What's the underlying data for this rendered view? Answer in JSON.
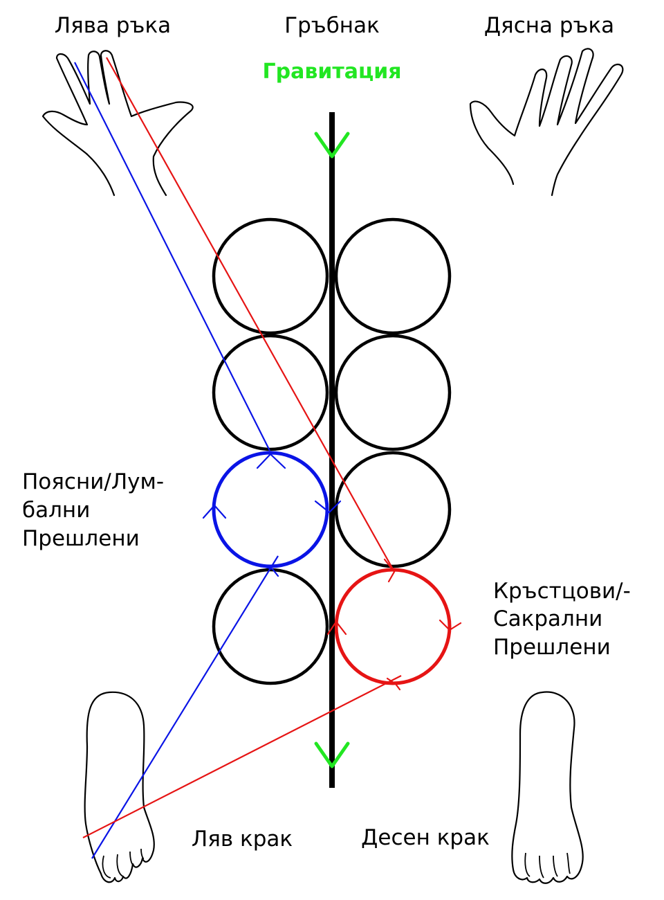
{
  "labels": {
    "left_hand": "Лява ръка",
    "spine": "Гръбнак",
    "right_hand": "Дясна ръка",
    "gravity": "Гравитация",
    "lumbar_line1": "Поясни/Лум-",
    "lumbar_line2": "бални",
    "lumbar_line3": "Прешлени",
    "sacral_line1": "Кръстцови/-",
    "sacral_line2": "Сакрални",
    "sacral_line3": "Прешлени",
    "left_foot": "Ляв крак",
    "right_foot": "Десен крак"
  },
  "colors": {
    "spine": "#000000",
    "gravity": "#22e622",
    "left_path": "#0a14e6",
    "right_path": "#e61414",
    "outline": "#000000"
  },
  "icons": [
    "left-hand-icon",
    "right-hand-icon",
    "left-foot-icon",
    "right-foot-icon"
  ]
}
